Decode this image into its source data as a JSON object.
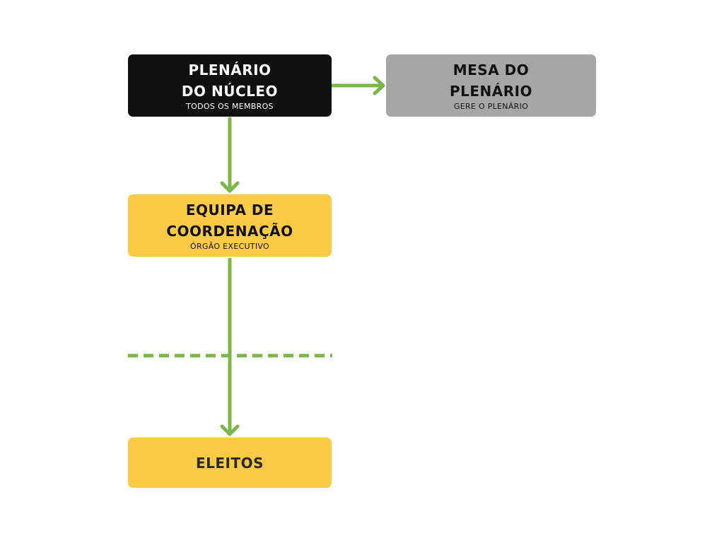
{
  "nodes": {
    "plenario": {
      "title_line1": "PLENÁRIO",
      "title_line2": "DO NÚCLEO",
      "subtitle": "TODOS OS MEMBROS"
    },
    "mesa": {
      "title_line1": "MESA DO",
      "title_line2": "PLENÁRIO",
      "subtitle": "GERE O PLENÁRIO"
    },
    "equipa": {
      "title_line1": "EQUIPA DE",
      "title_line2": "COORDENAÇÃO",
      "subtitle": "ÓRGÃO EXECUTIVO"
    },
    "eleitos": {
      "title": "ELEITOS"
    }
  },
  "colors": {
    "connector": "#7ab648",
    "plenario_fill": "#111111",
    "mesa_fill": "#a6a6a6",
    "equipa_fill": "#fcca46",
    "eleitos_fill": "#fcca46"
  }
}
